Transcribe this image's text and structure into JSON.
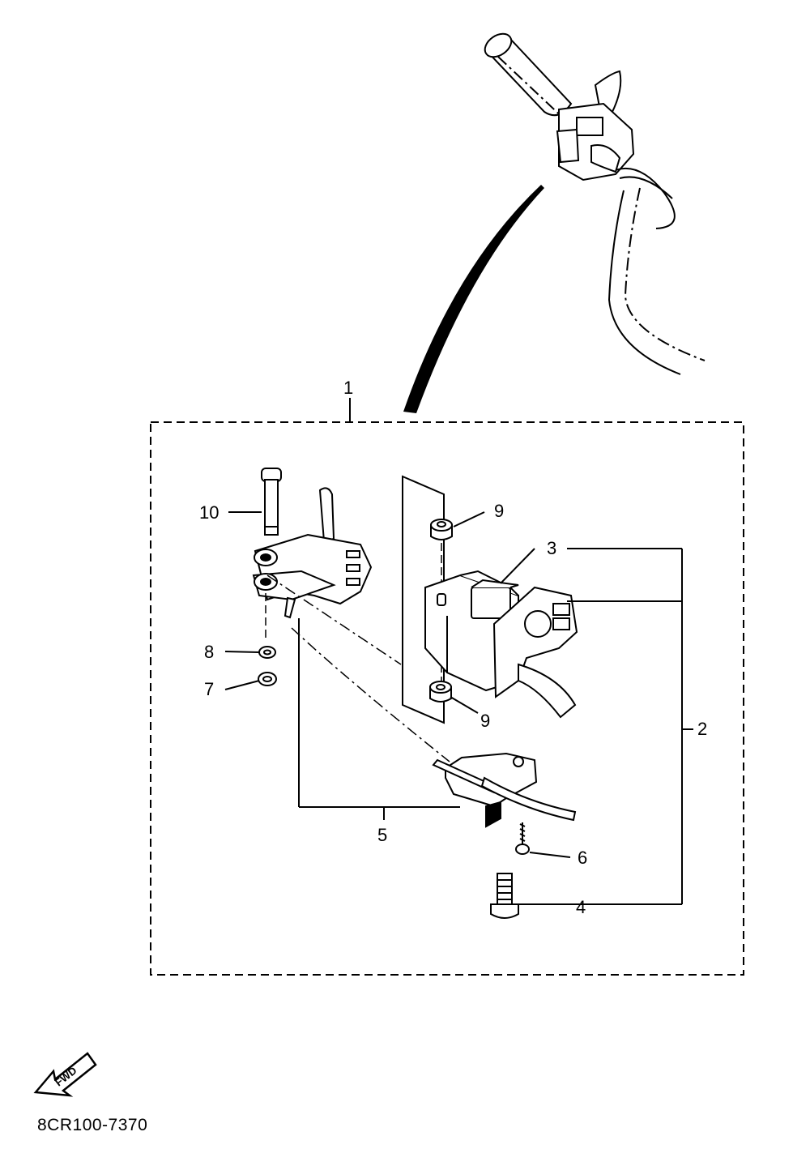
{
  "diagram_code": "8CR100-7370",
  "fwd_label": "FWD",
  "callouts": {
    "c1": "1",
    "c2": "2",
    "c3": "3",
    "c4": "4",
    "c5": "5",
    "c6": "6",
    "c7": "7",
    "c8": "8",
    "c9_top": "9",
    "c9_bottom": "9",
    "c10": "10"
  }
}
